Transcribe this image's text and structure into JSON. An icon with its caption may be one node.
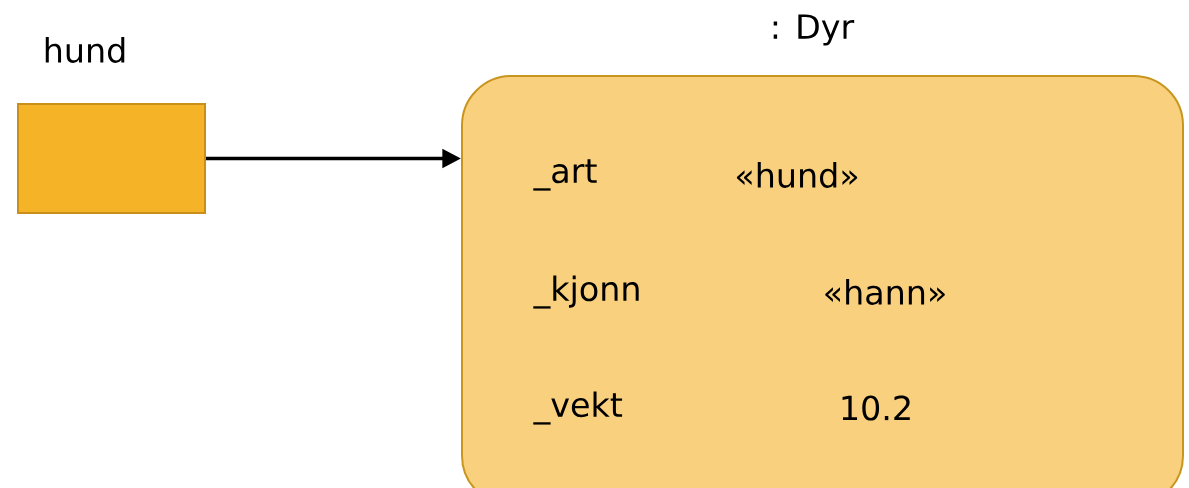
{
  "diagram": {
    "nodes": [
      {
        "text": [
          "hund"
        ]
      },
      {
        "text": [
          ": Dyr",
          "_art",
          "«hund»",
          "_kjonn",
          "«hann»",
          "_vekt",
          "10.2"
        ]
      }
    ],
    "edges": [
      {
        "from": 0,
        "to": 1,
        "arrow": "to"
      }
    ]
  }
}
